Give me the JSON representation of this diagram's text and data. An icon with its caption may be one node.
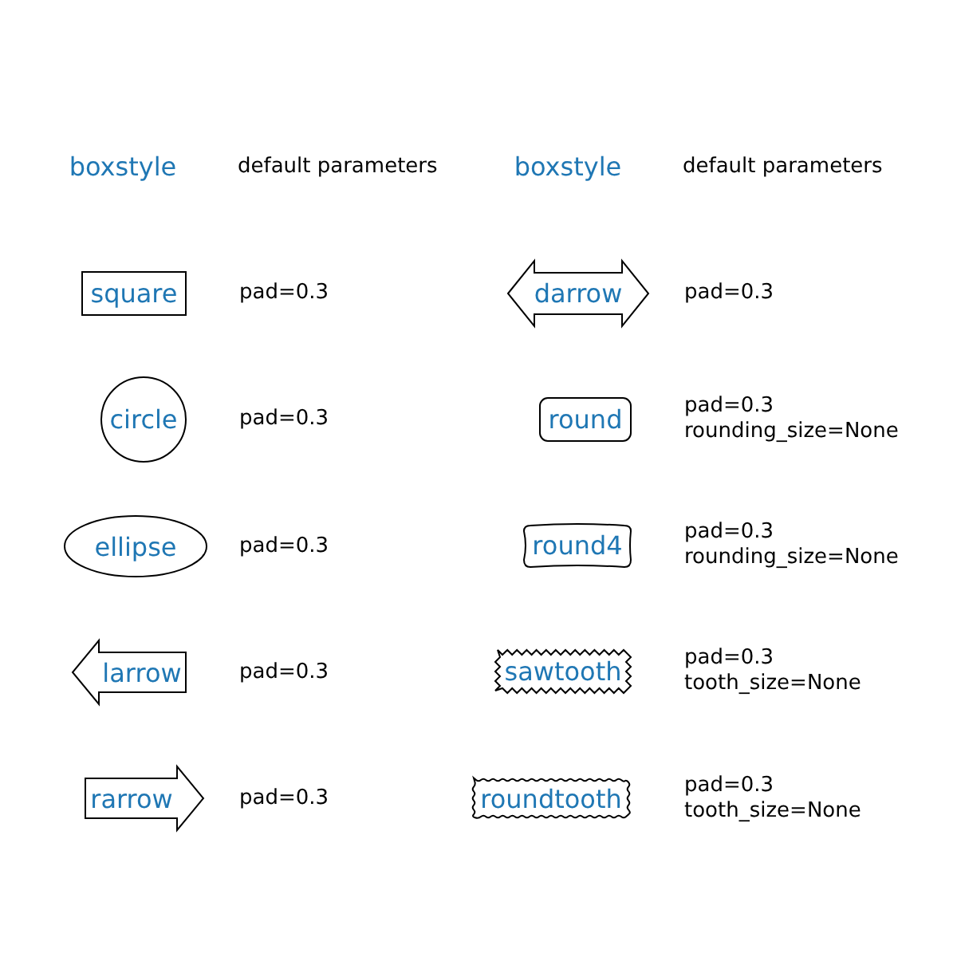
{
  "diagram": {
    "nodes": [
      {
        "text": [
          "square"
        ],
        "beside": [
          "pad=0.3"
        ]
      },
      {
        "text": [
          "circle"
        ],
        "beside": [
          "pad=0.3"
        ]
      },
      {
        "text": [
          "ellipse"
        ],
        "beside": [
          "pad=0.3"
        ]
      },
      {
        "text": [
          "larrow"
        ],
        "beside": [
          "pad=0.3"
        ]
      },
      {
        "text": [
          "rarrow"
        ],
        "beside": [
          "pad=0.3"
        ]
      },
      {
        "text": [
          "darrow"
        ],
        "beside": [
          "pad=0.3"
        ]
      },
      {
        "text": [
          "round"
        ],
        "beside": [
          "pad=0.3",
          "rounding_size=None"
        ]
      },
      {
        "text": [
          "round4"
        ],
        "beside": [
          "pad=0.3",
          "rounding_size=None"
        ]
      },
      {
        "text": [
          "sawtooth"
        ],
        "beside": [
          "pad=0.3",
          "tooth_size=None"
        ]
      },
      {
        "text": [
          "roundtooth"
        ],
        "beside": [
          "pad=0.3",
          "tooth_size=None"
        ]
      }
    ],
    "labels": [
      "boxstyle",
      "default parameters",
      "boxstyle",
      "default parameters"
    ]
  }
}
